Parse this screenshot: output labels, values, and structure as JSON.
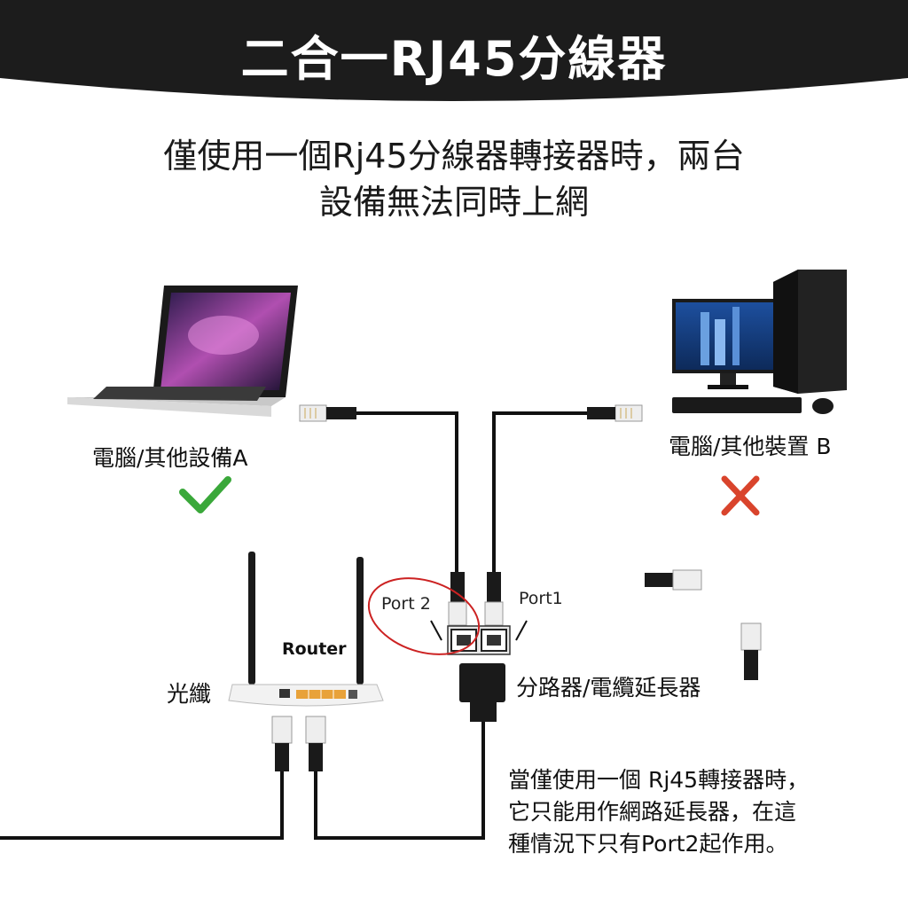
{
  "header": {
    "title": "二合一RJ45分線器"
  },
  "subtitle": {
    "line1": "僅使用一個Rj45分線器轉接器時，兩台",
    "line2": "設備無法同時上網"
  },
  "devices": {
    "a_label": "電腦/其他設備A",
    "b_label": "電腦/其他裝置 B",
    "a_status": "check",
    "b_status": "cross"
  },
  "splitter": {
    "port2_label": "Port 2",
    "port1_label": "Port1",
    "name": "分路器/電纜延長器"
  },
  "router": {
    "label": "Router"
  },
  "fiber": {
    "label": "光纖"
  },
  "note": {
    "line1": "當僅使用一個 Rj45轉接器時，",
    "line2": "它只能用作網路延長器，在這",
    "line3": "種情況下只有Port2起作用。"
  },
  "colors": {
    "banner": "#1c1c1c",
    "check": "#3aa83a",
    "cross": "#d9442c",
    "highlight": "#cc2222"
  },
  "icons": [
    "laptop-icon",
    "desktop-pc-icon",
    "router-icon",
    "rj45-plug-icon",
    "check-icon",
    "cross-icon"
  ]
}
